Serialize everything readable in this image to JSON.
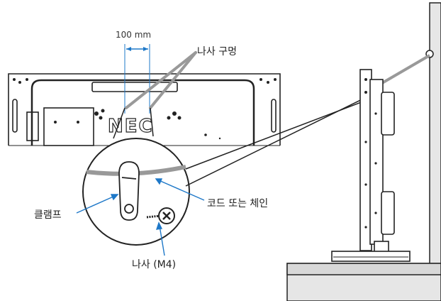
{
  "labels": {
    "dimension": "100 mm",
    "screw_holes": "나사 구멍",
    "clamp": "클램프",
    "cord_or_chain": "코드 또는 체인",
    "screw": "나사 (M4)"
  },
  "monitor_rear": {
    "brand_logo": "NEC"
  },
  "colors": {
    "line": "#222222",
    "cable": "#999999",
    "callout_arrow": "#1e78c8",
    "wall_fill": "#e6e6e6",
    "background": "#ffffff"
  }
}
